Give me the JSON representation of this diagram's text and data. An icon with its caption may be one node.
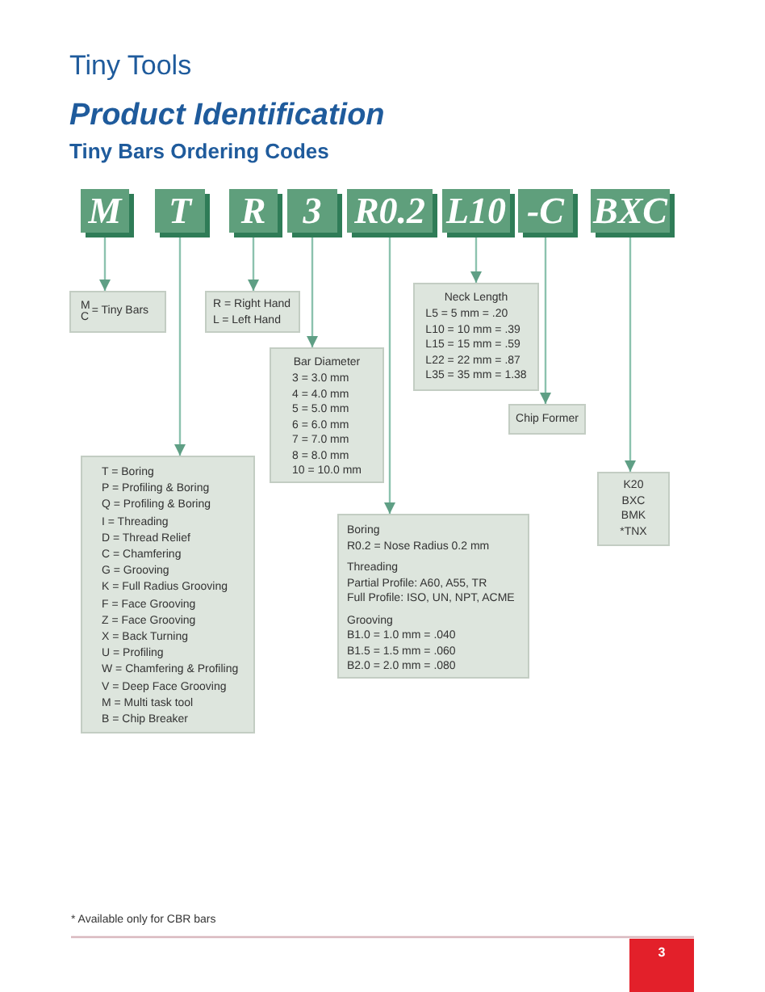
{
  "diagram": {
    "title": "Product Identification",
    "nodes": [
      {
        "text": [
          "M"
        ]
      },
      {
        "text": [
          "T"
        ]
      },
      {
        "text": [
          "R"
        ]
      },
      {
        "text": [
          "3"
        ]
      },
      {
        "text": [
          "R0.2"
        ]
      },
      {
        "text": [
          "L10"
        ]
      },
      {
        "text": [
          "-C"
        ]
      },
      {
        "text": [
          "BXC"
        ]
      },
      {
        "text": [
          "Neck Length",
          "L5 = 5 mm = .20",
          "L10 = 10 mm = .39",
          "L15 = 15 mm = .59",
          "L22 = 22 mm = .87",
          "L35 = 35 mm = 1.38"
        ]
      },
      {
        "text": [
          "M",
          "C",
          "= Tiny Bars"
        ]
      },
      {
        "text": [
          "R = Right Hand",
          "L = Left Hand"
        ]
      },
      {
        "text": [
          "Bar Diameter",
          "3 = 3.0 mm",
          "4 = 4.0 mm",
          "5 = 5.0 mm",
          "6 = 6.0 mm",
          "7 = 7.0 mm",
          "8 = 8.0 mm",
          "10 = 10.0 mm"
        ]
      },
      {
        "text": [
          "Chip Former"
        ]
      },
      {
        "text": [
          "T = Boring",
          "P = Profiling & Boring",
          "Q = Profiling & Boring",
          "I = Threading",
          "D = Thread Relief",
          "C = Chamfering",
          "G = Grooving",
          "K = Full Radius Grooving",
          "F = Face Grooving",
          "Z = Face Grooving",
          "X = Back Turning",
          "U = Profiling",
          "W = Chamfering & Profiling",
          "V = Deep Face Grooving",
          "M = Multi task tool",
          "B = Chip Breaker"
        ]
      },
      {
        "text": [
          "K20",
          "BXC",
          "BMK",
          "*TNX"
        ]
      },
      {
        "text": [
          "Boring",
          "R0.2 = Nose Radius 0.2 mm",
          "Threading",
          "Partial Profile: A60, A55, TR",
          "Full Profile: ISO, UN, NPT, ACME",
          "Grooving",
          "B1.0 = 1.0 mm = .040",
          "B1.5 = 1.5 mm = .060",
          "B2.0 = 2.0 mm = .080"
        ]
      }
    ],
    "edges": [
      {
        "from": 0,
        "to": 9,
        "arrow": "to"
      },
      {
        "from": 1,
        "to": 13,
        "arrow": "to"
      },
      {
        "from": 2,
        "to": 10,
        "arrow": "to"
      },
      {
        "from": 3,
        "to": 11,
        "arrow": "to"
      },
      {
        "from": 4,
        "to": 15,
        "arrow": "to"
      },
      {
        "from": 5,
        "to": 8,
        "arrow": "to"
      },
      {
        "from": 6,
        "to": 12,
        "arrow": "to"
      },
      {
        "from": 7,
        "to": 14,
        "arrow": "to"
      }
    ],
    "labels": [
      "Tiny Tools",
      "Tiny Bars Ordering Codes",
      "* Available only for CBR bars",
      "3"
    ]
  }
}
